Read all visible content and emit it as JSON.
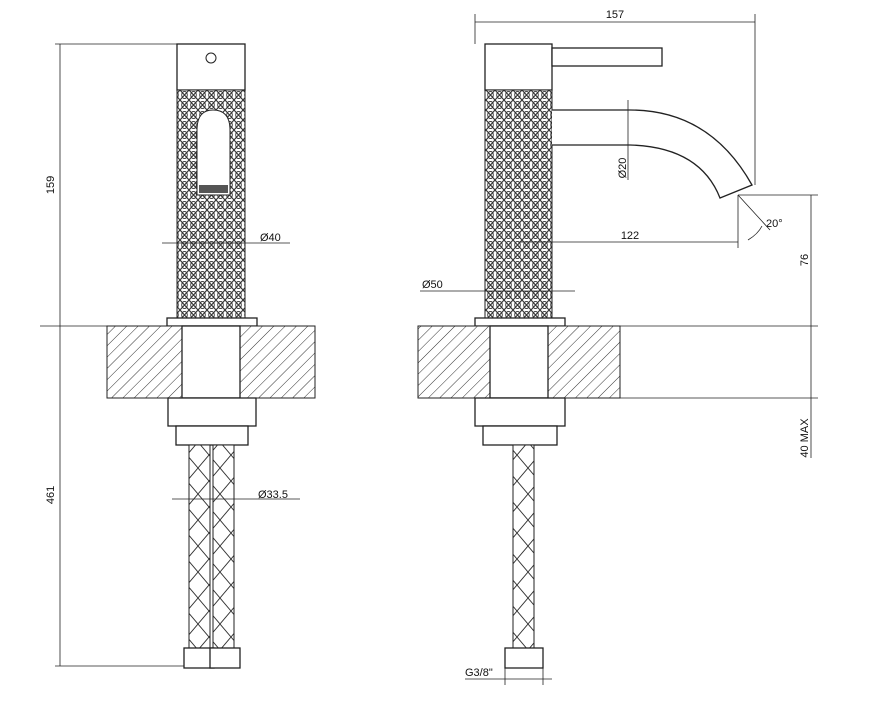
{
  "dimensions": {
    "total_width": "157",
    "body_height": "159",
    "body_diameter": "Ø40",
    "spout_diameter": "Ø20",
    "spout_reach": "122",
    "spout_angle": "20°",
    "spout_height": "76",
    "base_diameter": "Ø50",
    "hose_length": "461",
    "hose_diameter": "Ø33.5",
    "max_counter_thickness": "40 MAX",
    "thread": "G3/8\""
  }
}
